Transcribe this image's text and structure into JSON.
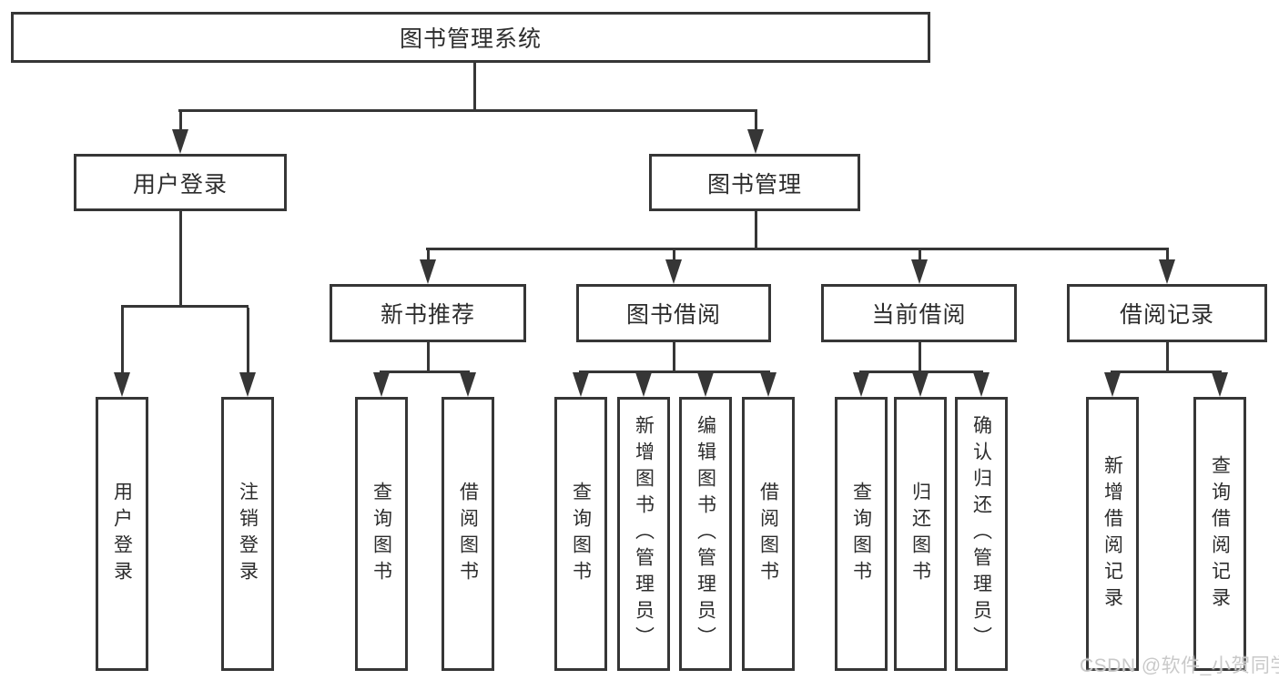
{
  "tree": {
    "root": {
      "label": "图书管理系统"
    },
    "branches": [
      {
        "label": "用户登录",
        "leaves": [
          {
            "label": "用户登录"
          },
          {
            "label": "注销登录"
          }
        ]
      },
      {
        "label": "图书管理",
        "groups": [
          {
            "label": "新书推荐",
            "leaves": [
              {
                "label": "查询图书"
              },
              {
                "label": "借阅图书"
              }
            ]
          },
          {
            "label": "图书借阅",
            "leaves": [
              {
                "label": "查询图书"
              },
              {
                "label": "新增图书（管理员）"
              },
              {
                "label": "编辑图书（管理员）"
              },
              {
                "label": "借阅图书"
              }
            ]
          },
          {
            "label": "当前借阅",
            "leaves": [
              {
                "label": "查询图书"
              },
              {
                "label": "归还图书"
              },
              {
                "label": "确认归还（管理员）"
              }
            ]
          },
          {
            "label": "借阅记录",
            "leaves": [
              {
                "label": "新增借阅记录"
              },
              {
                "label": "查询借阅记录"
              }
            ]
          }
        ]
      }
    ]
  },
  "watermark": "CSDN @软件_小贺同学",
  "colors": {
    "line": "#363636",
    "text": "#2d2d2d",
    "background": "#ffffff",
    "watermark": "#c9c9c9"
  }
}
